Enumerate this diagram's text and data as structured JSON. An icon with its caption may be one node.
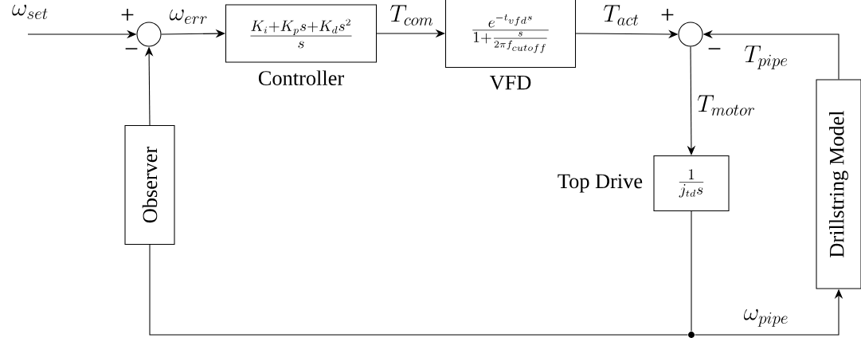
{
  "diagram": {
    "nodes": [
      {
        "text": [],
        "shape": "circle"
      },
      {
        "text": [
          "\\frac{K_i+K_p s+K_d s^2}{s}",
          "Controller"
        ]
      },
      {
        "text": [
          "\\frac{e^{-t_{vfd}s}}{1+\\frac{s}{2\\pi f_{cutoff}}}",
          "VFD"
        ]
      },
      {
        "text": [],
        "shape": "circle"
      },
      {
        "text": [
          "\\frac{1}{j_{td}s}"
        ],
        "beside": [
          "Top Drive"
        ]
      },
      {
        "text": [
          "Drillstring Model"
        ]
      },
      {
        "text": [
          "Observer"
        ]
      },
      {
        "text": [],
        "shape": "dot"
      }
    ],
    "edges": [
      {
        "from": null,
        "to": 0,
        "arrow": "to",
        "label": "\\omega_{set}"
      },
      {
        "from": 0,
        "to": 1,
        "arrow": "to",
        "label": "\\omega_{err}"
      },
      {
        "from": 1,
        "to": 2,
        "arrow": "to",
        "label": "T_{com}"
      },
      {
        "from": 2,
        "to": 3,
        "arrow": "to",
        "label": "T_{act}"
      },
      {
        "from": 3,
        "to": 4,
        "arrow": "to",
        "label": "T_{motor}"
      },
      {
        "from": 4,
        "to": 7,
        "arrow": "none"
      },
      {
        "from": 7,
        "to": 5,
        "arrow": "to",
        "label": "\\omega_{pipe}"
      },
      {
        "from": 7,
        "to": 6,
        "arrow": "none"
      },
      {
        "from": 6,
        "to": 0,
        "arrow": "to"
      },
      {
        "from": 5,
        "to": 3,
        "arrow": "to",
        "label": "T_{pipe}"
      }
    ],
    "labels": [
      "+",
      "−",
      "+",
      "−"
    ]
  }
}
